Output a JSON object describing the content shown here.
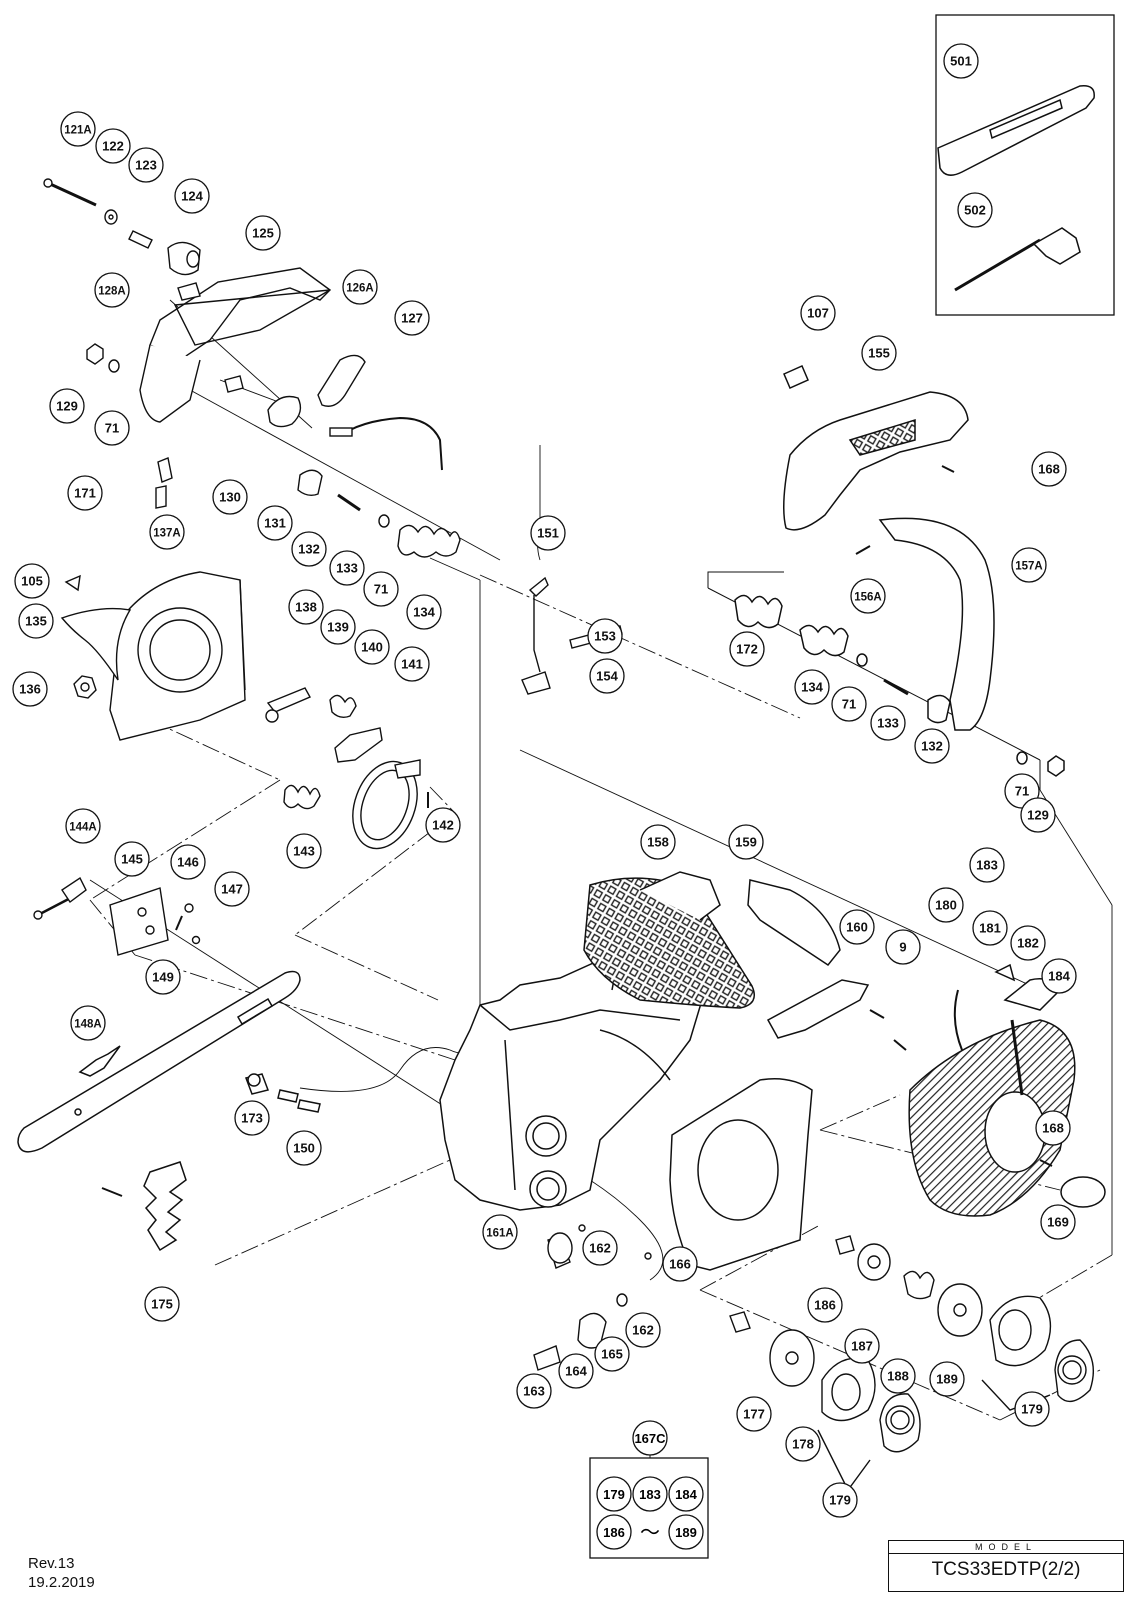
{
  "revision": "Rev.13",
  "date": "19.2.2019",
  "model": {
    "header": "MODEL",
    "name": "TCS33EDTP(2/2)"
  },
  "kit_label": "167C",
  "kit_contents": [
    "179",
    "183",
    "184",
    "186",
    "189"
  ],
  "kit_range_symbol": "〜",
  "labels": [
    "121A",
    "122",
    "123",
    "124",
    "125",
    "126A",
    "127",
    "128A",
    "129",
    "71",
    "130",
    "131",
    "132",
    "133",
    "71",
    "134",
    "171",
    "137A",
    "105",
    "135",
    "136",
    "138",
    "139",
    "140",
    "141",
    "142",
    "143",
    "151",
    "153",
    "154",
    "144A",
    "145",
    "146",
    "147",
    "149",
    "148A",
    "173",
    "150",
    "175",
    "158",
    "159",
    "160",
    "9",
    "107",
    "155",
    "168",
    "157A",
    "156A",
    "172",
    "134",
    "71",
    "133",
    "132",
    "71",
    "129",
    "183",
    "180",
    "181",
    "182",
    "184",
    "168",
    "169",
    "161A",
    "162",
    "162",
    "166",
    "163",
    "164",
    "165",
    "186",
    "187",
    "188",
    "189",
    "179",
    "177",
    "178",
    "179",
    "501",
    "502"
  ],
  "colors": {
    "line": "#111111",
    "background": "#ffffff"
  }
}
